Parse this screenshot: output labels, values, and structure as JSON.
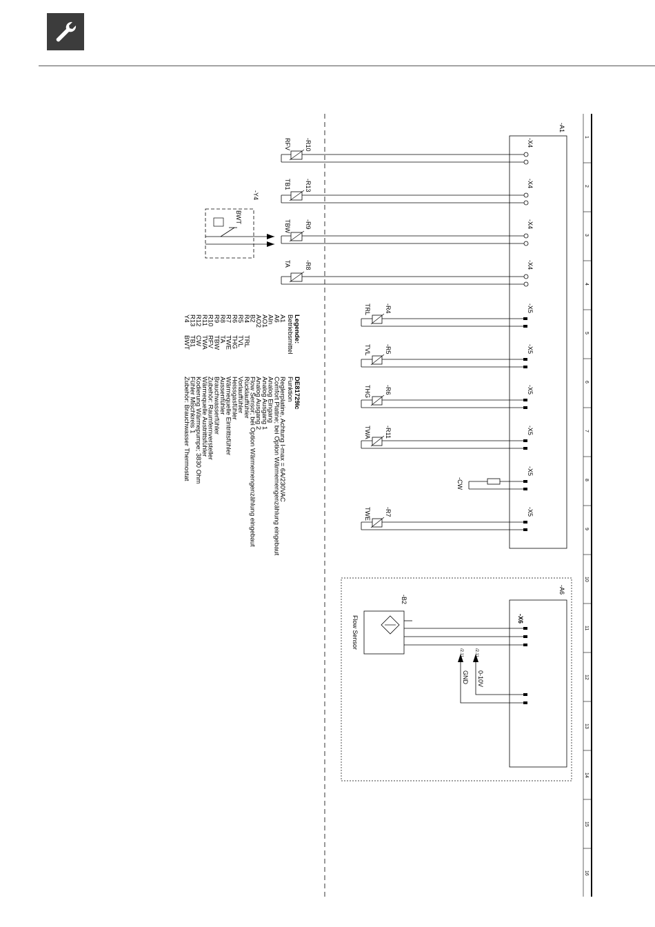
{
  "header": {
    "logo_icon": "wrench-icon"
  },
  "diagram": {
    "doc_id": "DE81729Ic",
    "frame_a1": "-A1",
    "frame_a6": "-A6",
    "column_numbers": [
      "1",
      "2",
      "3",
      "4",
      "5",
      "6",
      "7",
      "8",
      "9",
      "10",
      "11",
      "12",
      "13",
      "14",
      "15",
      "16"
    ],
    "x4_sensors": [
      {
        "ref": "-R10",
        "label": "RFV",
        "connector": "-X4"
      },
      {
        "ref": "-R13",
        "label": "TB1",
        "connector": "-X4"
      },
      {
        "ref": "-R9",
        "label": "TBW",
        "connector": "-X4"
      },
      {
        "ref": "-R8",
        "label": "TA",
        "connector": "-X4"
      }
    ],
    "x5_sensors": [
      {
        "ref": "-R4",
        "label": "TRL",
        "connector": "-X5"
      },
      {
        "ref": "-R5",
        "label": "TVL",
        "connector": "-X5"
      },
      {
        "ref": "-R6",
        "label": "THG",
        "connector": "-X5"
      },
      {
        "ref": "-R11",
        "label": "TWA",
        "connector": "-X5"
      },
      {
        "ref": "",
        "label": "-CW",
        "connector": "-X5"
      },
      {
        "ref": "-R7",
        "label": "TWE",
        "connector": "-X5"
      }
    ],
    "thermostat": {
      "ref": "-Y4",
      "label": "BWT"
    },
    "flow_sensor": {
      "ref": "-B2",
      "label": "Flow Sensor",
      "connector": "-X6"
    },
    "outputs": [
      {
        "label": "0-10V",
        "ref": "/2.11"
      },
      {
        "label": "GND",
        "ref": "/2.11"
      }
    ]
  },
  "legend": {
    "title_left": "Legende:",
    "sub_left": "Betriebsmittel",
    "title_right": "DE81729Ic",
    "sub_right": "Funktion",
    "rows": [
      {
        "code": "A1",
        "name": "",
        "func": "Reglerplatine, Achtung I-max = 6A/230VAC"
      },
      {
        "code": "A6",
        "name": "",
        "func": "Comfort Platine; bei Option Wärmemengenzählung eingebaut"
      },
      {
        "code": "AIn",
        "name": "",
        "func": "Analog Eingang"
      },
      {
        "code": "AO1",
        "name": "",
        "func": "Analog Ausgang 1"
      },
      {
        "code": "AO2",
        "name": "",
        "func": "Analog Ausgang 2"
      },
      {
        "code": "B2",
        "name": "",
        "func": "Flow Sensor; bei Option Wärmemengenzählung eingebaut"
      },
      {
        "code": "R4",
        "name": "TRL",
        "func": "Rücklauffühler"
      },
      {
        "code": "R5",
        "name": "TVL",
        "func": "Vorlauffühler"
      },
      {
        "code": "R6",
        "name": "THG",
        "func": "Heissgasfühler"
      },
      {
        "code": "R7",
        "name": "TWE",
        "func": "Wärmequelle Eintrittsfühler"
      },
      {
        "code": "R8",
        "name": "TA",
        "func": "Aussenfühler"
      },
      {
        "code": "R9",
        "name": "TBW",
        "func": "Brauchwasserfühler"
      },
      {
        "code": "R10",
        "name": "RFV",
        "func": "Zubehör: Raumfernversteller"
      },
      {
        "code": "R11",
        "name": "TWA",
        "func": "Wärmequelle Austrittsfühler"
      },
      {
        "code": "R12",
        "name": "CW",
        "func": "Kodierung Wärmepumpe; 3830 Ohm"
      },
      {
        "code": "R13",
        "name": "TB1",
        "func": "Fühler Mischkreis 1"
      },
      {
        "code": "Y4",
        "name": "BWT",
        "func": "Zubehör: Brauchwasser Thermostat"
      }
    ]
  }
}
